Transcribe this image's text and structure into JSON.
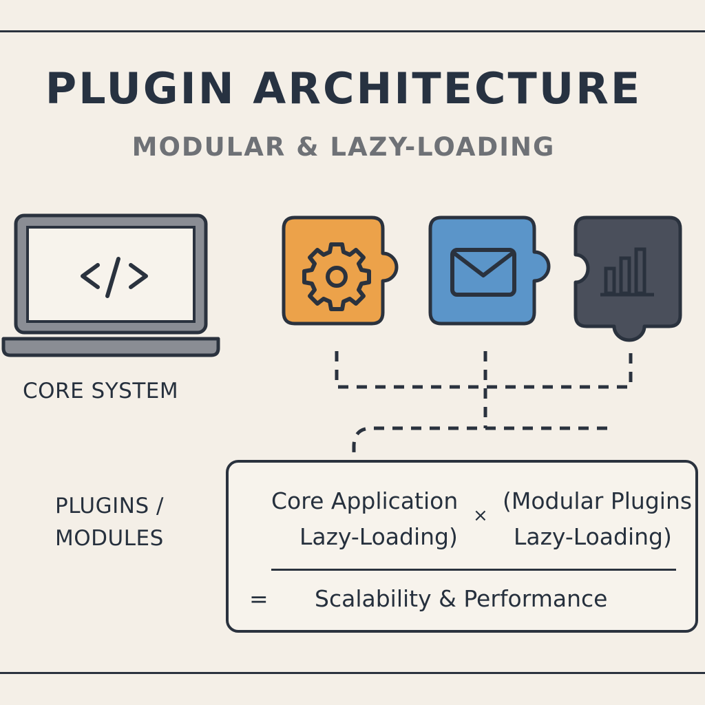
{
  "header": {
    "title": "PLUGIN ARCHITECTURE",
    "subtitle": "MODULAR & LAZY-LOADING"
  },
  "core": {
    "label": "CORE SYSTEM",
    "icon": "code-brackets-icon"
  },
  "plugins": {
    "label_line1": "PLUGINS /",
    "label_line2": "MODULES",
    "pieces": [
      {
        "icon": "gear-icon",
        "color": "#eca24a"
      },
      {
        "icon": "mail-icon",
        "color": "#5b95c9"
      },
      {
        "icon": "bar-chart-icon",
        "color": "#4a4f5b"
      }
    ]
  },
  "formula": {
    "left_line1": "Core Application",
    "left_line2": "Lazy-Loading)",
    "operator": "×",
    "right_line1": "(Modular Plugins",
    "right_line2": "Lazy-Loading)",
    "equals": "=",
    "result": "Scalability & Performance"
  },
  "colors": {
    "background": "#f4efe7",
    "ink": "#2a323e",
    "orange": "#eca24a",
    "blue": "#5b95c9",
    "dark": "#4a4f5b",
    "subtitle": "#6e7176"
  }
}
